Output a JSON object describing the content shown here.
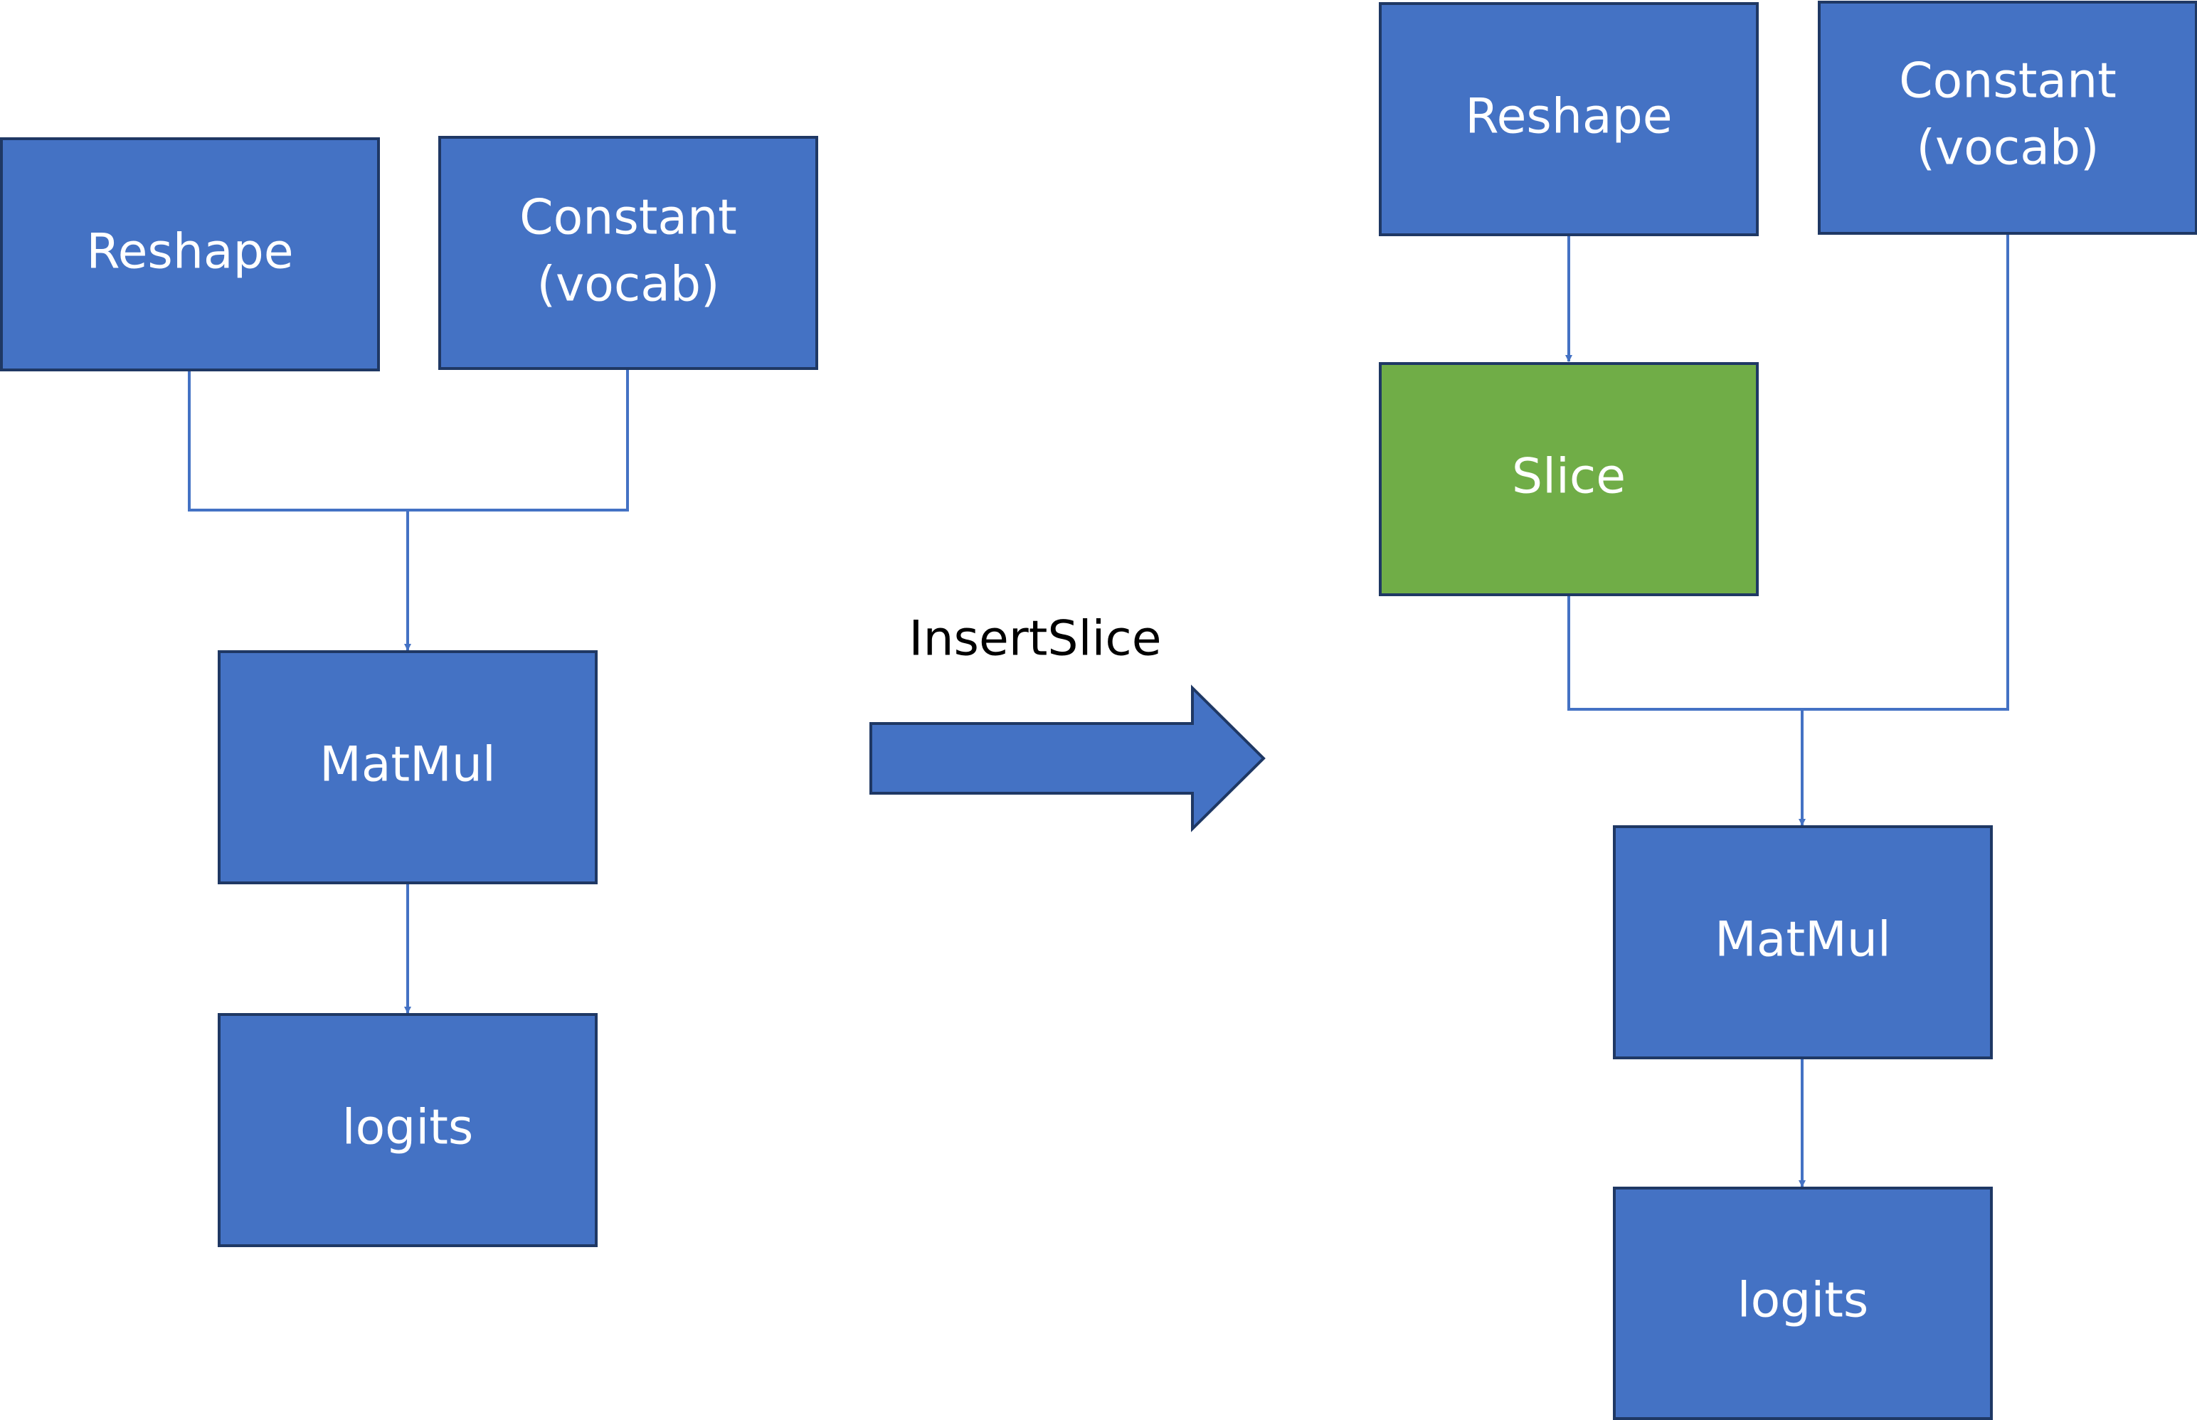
{
  "colors": {
    "node_blue": "#4472c4",
    "node_green": "#70ad47",
    "node_green_border": "#375623",
    "edge": "#4472c4",
    "arrow_fill": "#4472c4"
  },
  "transform": {
    "label": "InsertSlice",
    "arrow_icon": "right-block-arrow"
  },
  "before": {
    "reshape": "Reshape",
    "constant_line1": "Constant",
    "constant_line2": "(vocab)",
    "matmul": "MatMul",
    "logits": "logits"
  },
  "after": {
    "reshape": "Reshape",
    "constant_line1": "Constant",
    "constant_line2": "(vocab)",
    "slice": "Slice",
    "matmul": "MatMul",
    "logits": "logits"
  }
}
